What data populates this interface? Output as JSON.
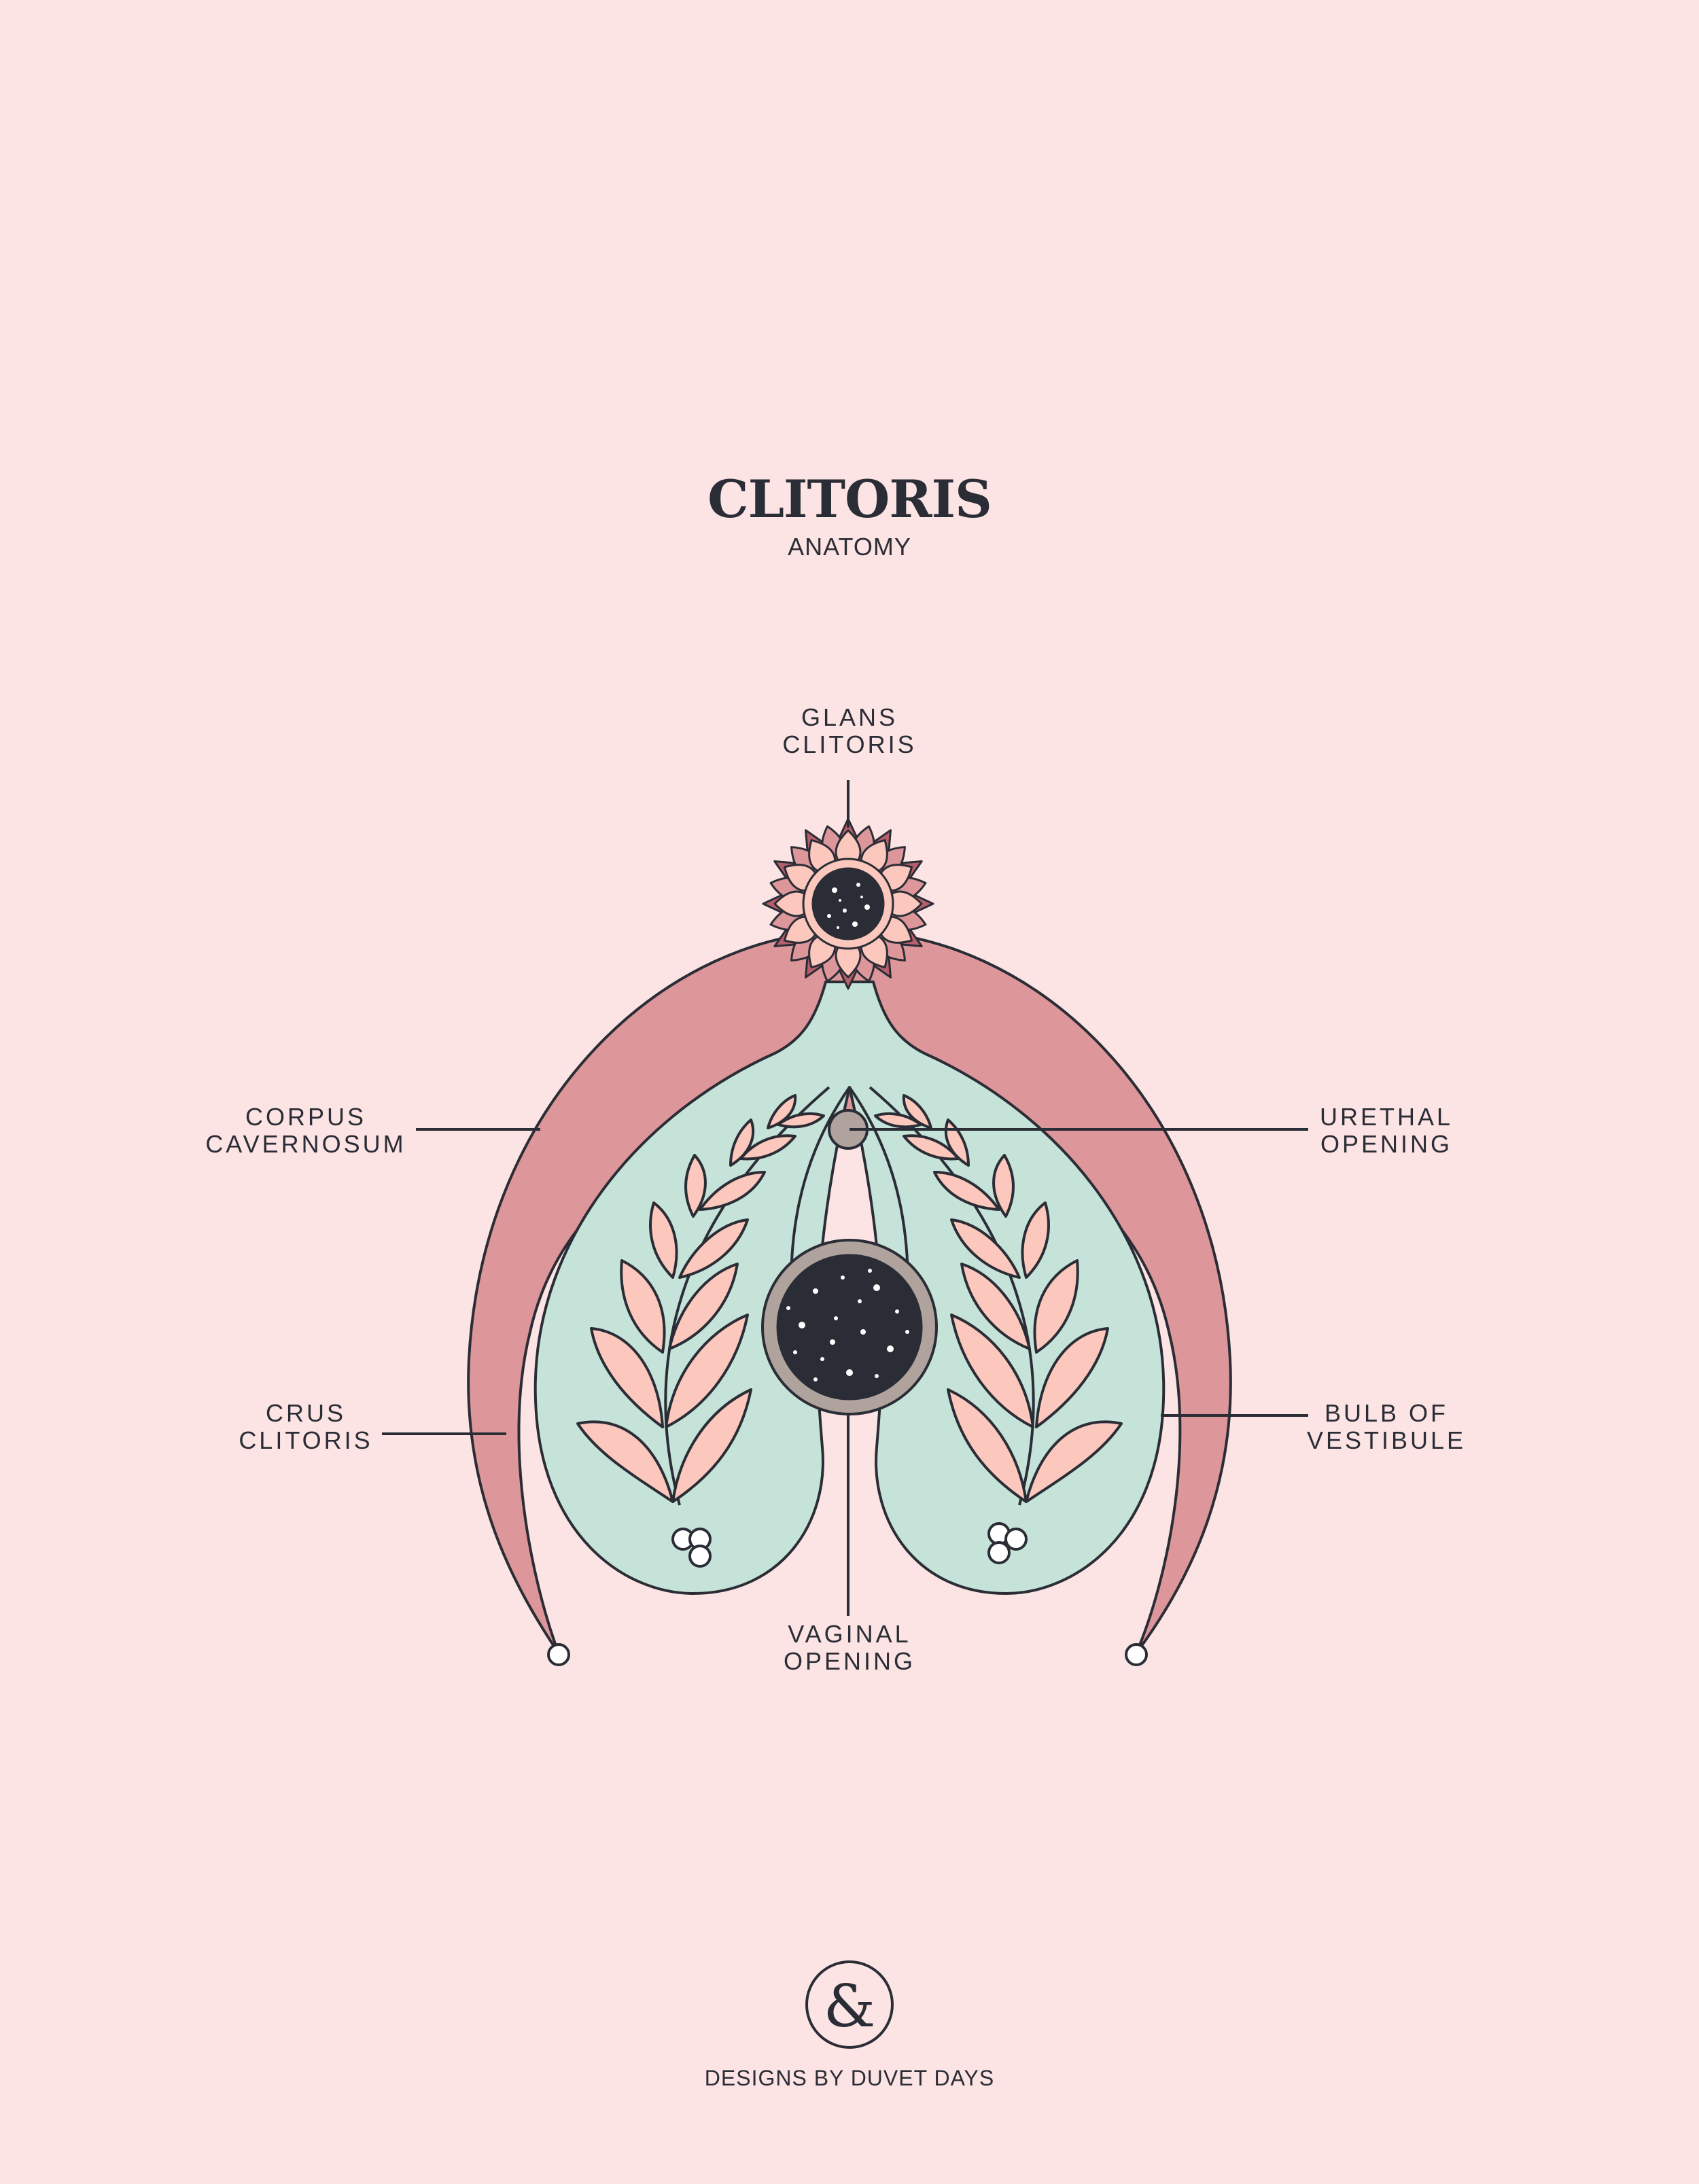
{
  "header": {
    "title": "CLITORIS",
    "subtitle": "ANATOMY"
  },
  "labels": {
    "glans": [
      "GLANS",
      "CLITORIS"
    ],
    "corpus": [
      "CORPUS",
      "CAVERNOSUM"
    ],
    "urethral": [
      "URETHAL",
      "OPENING"
    ],
    "crus": [
      "CRUS",
      "CLITORIS"
    ],
    "bulb": [
      "BULB OF",
      "VESTIBULE"
    ],
    "vaginal": [
      "VAGINAL",
      "OPENING"
    ]
  },
  "brand": {
    "mark": "&",
    "name": "DESIGNS BY DUVET DAYS"
  },
  "colors": {
    "background": "#fde4e4",
    "ink": "#2b2d36",
    "corpus": "#dd9699",
    "bulb": "#c5e3d8",
    "leaf": "#fcc7bc",
    "opening": "#b0a39e",
    "petal_dark": "#b65f6d"
  }
}
